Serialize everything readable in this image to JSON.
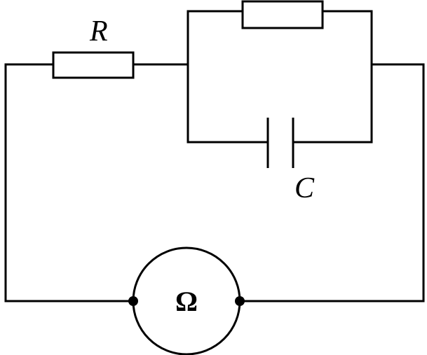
{
  "labels": {
    "resistor": "R",
    "capacitor": "C",
    "meter_symbol": "Ω"
  },
  "colors": {
    "stroke": "#000000",
    "background": "#ffffff"
  }
}
